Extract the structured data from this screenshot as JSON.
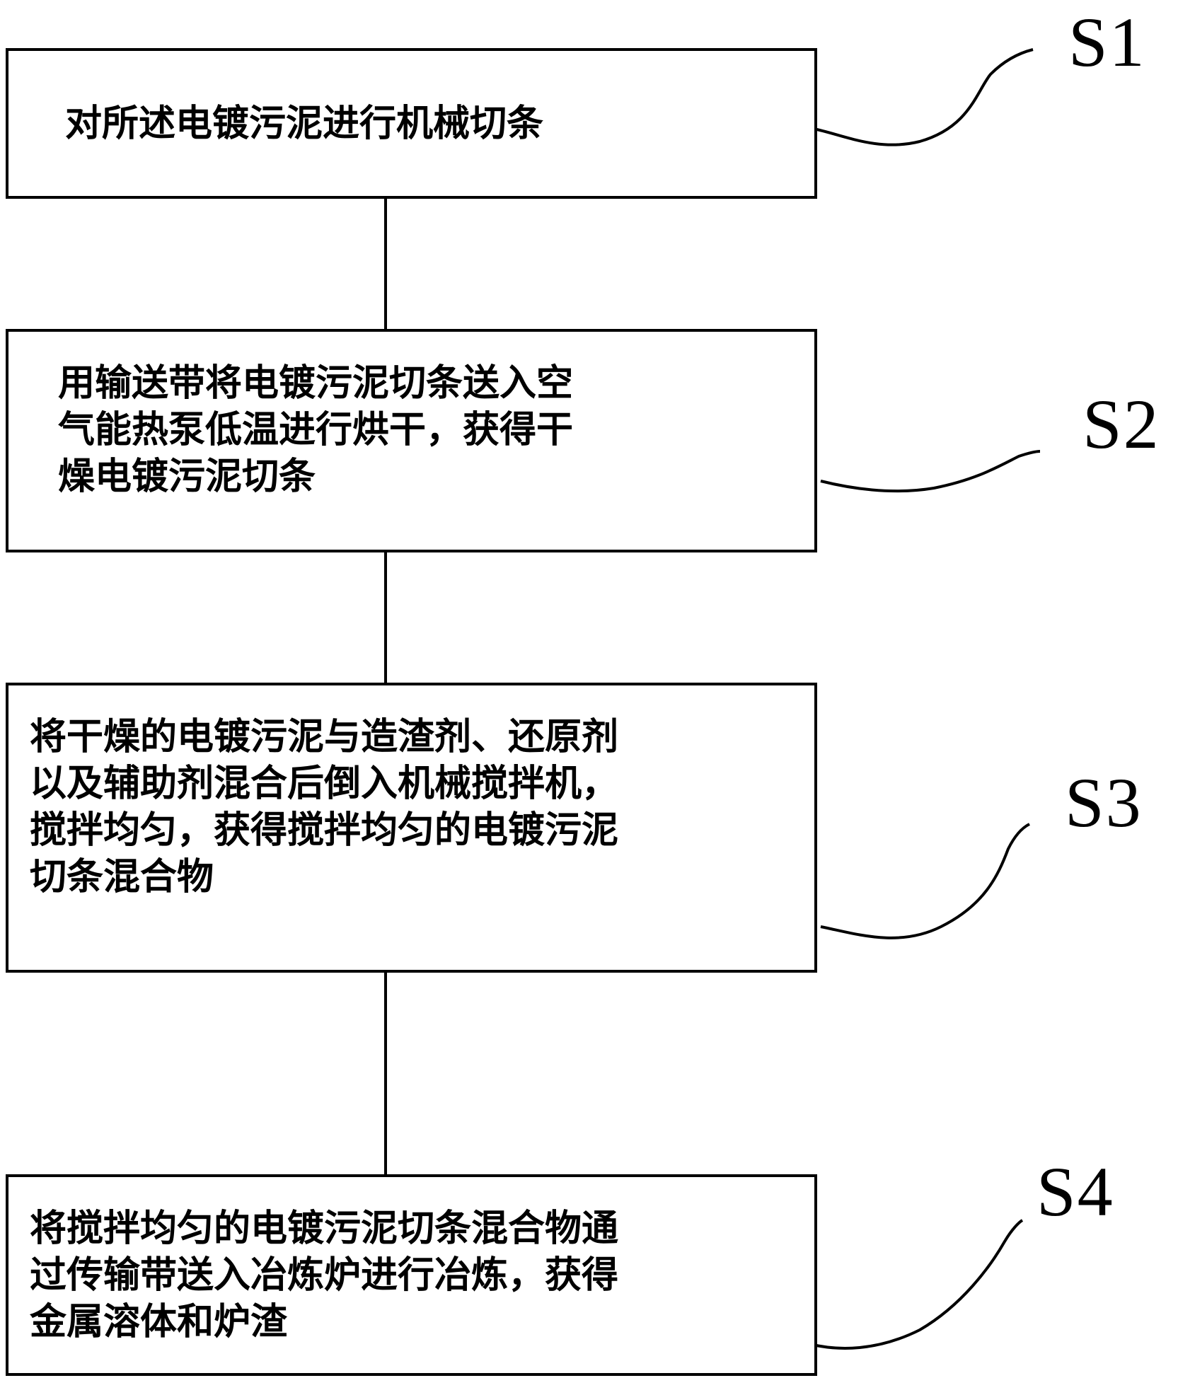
{
  "colors": {
    "line": "#000000",
    "text": "#000000",
    "background": "#ffffff"
  },
  "steps": [
    {
      "label": "S1",
      "text": "对所述电镀污泥进行机械切条"
    },
    {
      "label": "S2",
      "text": "用输送带将电镀污泥切条送入空\n气能热泵低温进行烘干，获得干\n燥电镀污泥切条"
    },
    {
      "label": "S3",
      "text": "将干燥的电镀污泥与造渣剂、还原剂\n以及辅助剂混合后倒入机械搅拌机，\n搅拌均匀，获得搅拌均匀的电镀污泥\n切条混合物"
    },
    {
      "label": "S4",
      "text": "将搅拌均匀的电镀污泥切条混合物通\n过传输带送入冶炼炉进行冶炼，获得\n金属溶体和炉渣"
    }
  ]
}
